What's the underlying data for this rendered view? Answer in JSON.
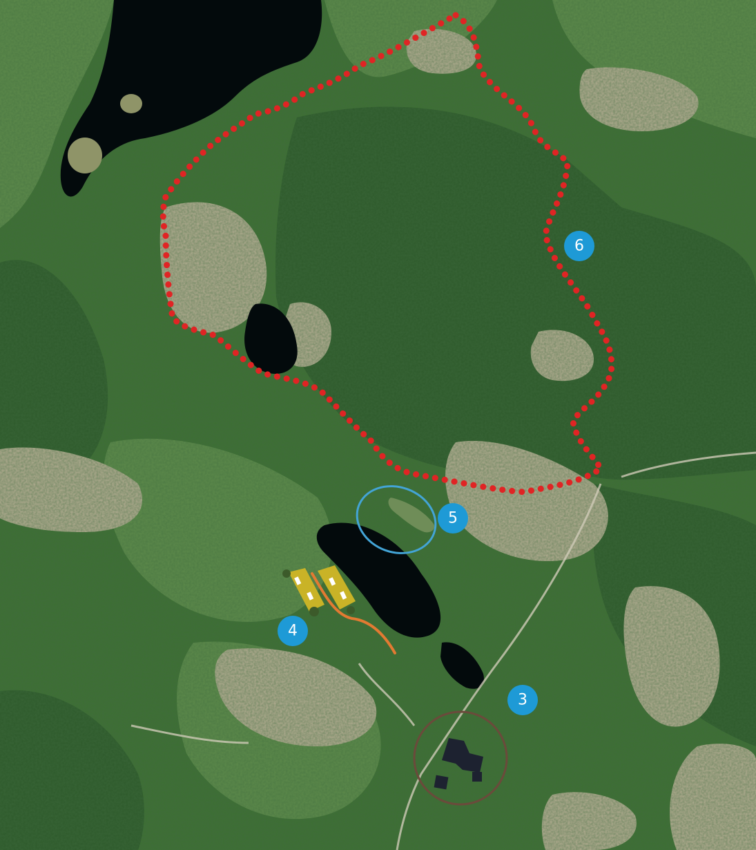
{
  "map": {
    "markers": [
      {
        "id": "3",
        "label": "3"
      },
      {
        "id": "4",
        "label": "4"
      },
      {
        "id": "5",
        "label": "5"
      },
      {
        "id": "6",
        "label": "6"
      }
    ],
    "colors": {
      "forest_dark": "#2e5a2b",
      "forest": "#3d6e33",
      "forest_light": "#5d8a4a",
      "field": "#b4ad92",
      "water": "#030a0c",
      "trail": "#e02424",
      "marker": "#1e9ad6",
      "zone_outline_blue": "#43a4d6",
      "zone_outline_brown": "#6b4a3b",
      "zone_fill_green": "#6f8d58",
      "plot": "#c9b327",
      "path": "#e37a32"
    }
  }
}
